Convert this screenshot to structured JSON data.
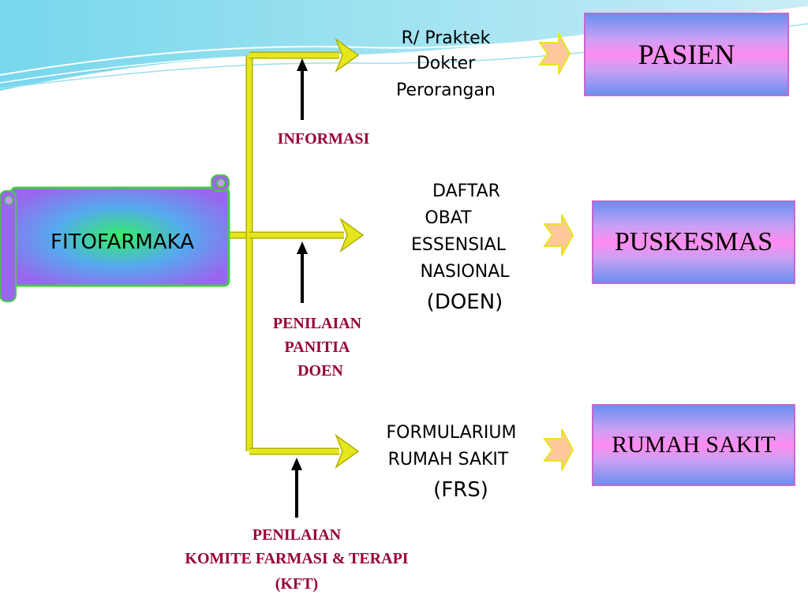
{
  "source": {
    "label": "FITOFARMAKA"
  },
  "destinations": {
    "pasien": "PASIEN",
    "puskesmas": "PUSKESMAS",
    "rumah_sakit": "RUMAH SAKIT"
  },
  "branches": {
    "top": [
      "R/ Praktek",
      "Dokter",
      "Perorangan"
    ],
    "middle": [
      "DAFTAR",
      "OBAT",
      "ESSENSIAL",
      "NASIONAL",
      "(DOEN)"
    ],
    "bottom": [
      "FORMULARIUM",
      "RUMAH SAKIT",
      "(FRS)"
    ]
  },
  "inputs": {
    "top": "INFORMASI",
    "middle": [
      "PENILAIAN",
      "PANITIA",
      "DOEN"
    ],
    "bottom": [
      "PENILAIAN",
      "KOMITE FARMASI & TERAPI",
      "(KFT)"
    ]
  },
  "colors": {
    "connector": "#e6e61e",
    "label_red": "#990033",
    "box_border": "#cc66cc",
    "small_arrow": "#ffc89a"
  }
}
